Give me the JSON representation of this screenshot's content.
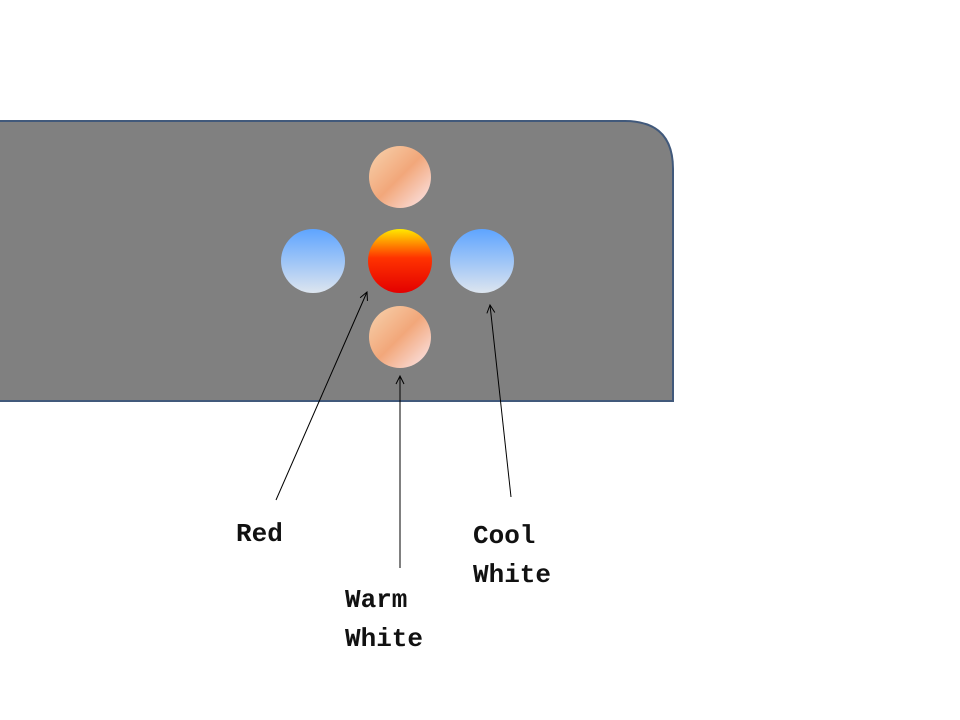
{
  "panel": {
    "fill": "#808080",
    "stroke": "#41597b"
  },
  "leds": [
    {
      "kind": "warm-white",
      "colors": [
        "#f7d6b4",
        "#f2a77a",
        "#fbe9ec"
      ]
    },
    {
      "kind": "cool-white",
      "colors": [
        "#5ea4ff",
        "#dbe4ef"
      ]
    },
    {
      "kind": "red",
      "colors": [
        "#ffe900",
        "#ff2a00",
        "#e60000"
      ]
    },
    {
      "kind": "cool-white",
      "colors": [
        "#5ea4ff",
        "#dbe4ef"
      ]
    },
    {
      "kind": "warm-white",
      "colors": [
        "#f7d6b4",
        "#f2a77a",
        "#fbe9ec"
      ]
    }
  ],
  "labels": {
    "red": "Red",
    "cool_line1": "Cool",
    "cool_line2": "White",
    "warm_line1": "Warm",
    "warm_line2": "White"
  }
}
